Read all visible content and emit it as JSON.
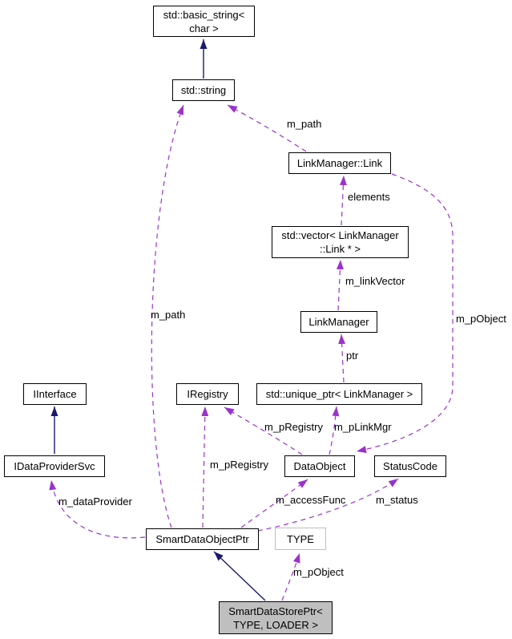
{
  "diagram": {
    "kind": "collaboration-graph",
    "colors": {
      "background": "#ffffff",
      "usage_edge": "#9a32cd",
      "inheritance_edge": "#191970",
      "node_border": "#000000",
      "current_node_fill": "#bfbfbf",
      "template_node_border": "#bfbfbf"
    },
    "nodes": {
      "basic_string": {
        "lines": [
          "std::basic_string<",
          "char >"
        ]
      },
      "std_string": {
        "label": "std::string"
      },
      "link": {
        "label": "LinkManager::Link"
      },
      "vector": {
        "lines": [
          "std::vector< LinkManager",
          "::Link * >"
        ]
      },
      "linkmanager": {
        "label": "LinkManager"
      },
      "iregistry": {
        "label": "IRegistry"
      },
      "unique_ptr": {
        "label": "std::unique_ptr< LinkManager >"
      },
      "iinterface": {
        "label": "IInterface"
      },
      "idataprovidersvc": {
        "label": "IDataProviderSvc"
      },
      "dataobject": {
        "label": "DataObject"
      },
      "statuscode": {
        "label": "StatusCode"
      },
      "smartdataobjectptr": {
        "label": "SmartDataObjectPtr"
      },
      "type_param": {
        "label": "TYPE"
      },
      "smartdatastoreptr": {
        "lines": [
          "SmartDataStorePtr<",
          "TYPE, LOADER >"
        ]
      }
    },
    "edges": [
      {
        "from": "std::string",
        "to": "std::basic_string< char >",
        "type": "inheritance",
        "label": ""
      },
      {
        "from": "IDataProviderSvc",
        "to": "IInterface",
        "type": "inheritance",
        "label": ""
      },
      {
        "from": "SmartDataStorePtr< TYPE, LOADER >",
        "to": "SmartDataObjectPtr",
        "type": "inheritance",
        "label": ""
      },
      {
        "from": "LinkManager::Link",
        "to": "std::string",
        "type": "usage",
        "label": "m_path"
      },
      {
        "from": "std::vector< LinkManager::Link * >",
        "to": "LinkManager::Link",
        "type": "usage",
        "label": "elements"
      },
      {
        "from": "LinkManager",
        "to": "std::vector< LinkManager::Link * >",
        "type": "usage",
        "label": "m_linkVector"
      },
      {
        "from": "std::unique_ptr< LinkManager >",
        "to": "LinkManager",
        "type": "usage",
        "label": "ptr"
      },
      {
        "from": "DataObject",
        "to": "IRegistry",
        "type": "usage",
        "label": "m_pRegistry"
      },
      {
        "from": "DataObject",
        "to": "std::unique_ptr< LinkManager >",
        "type": "usage",
        "label": "m_pLinkMgr"
      },
      {
        "from": "LinkManager::Link",
        "to": "DataObject",
        "type": "usage",
        "label": "m_pObject"
      },
      {
        "from": "SmartDataObjectPtr",
        "to": "IRegistry",
        "type": "usage",
        "label": "m_pRegistry"
      },
      {
        "from": "SmartDataObjectPtr",
        "to": "std::string",
        "type": "usage",
        "label": "m_path"
      },
      {
        "from": "SmartDataObjectPtr",
        "to": "IDataProviderSvc",
        "type": "usage",
        "label": "m_dataProvider"
      },
      {
        "from": "SmartDataObjectPtr",
        "to": "DataObject",
        "type": "usage",
        "label": "m_accessFunc"
      },
      {
        "from": "SmartDataObjectPtr",
        "to": "StatusCode",
        "type": "usage",
        "label": "m_status"
      },
      {
        "from": "SmartDataStorePtr< TYPE, LOADER >",
        "to": "TYPE",
        "type": "usage",
        "label": "m_pObject"
      }
    ]
  }
}
